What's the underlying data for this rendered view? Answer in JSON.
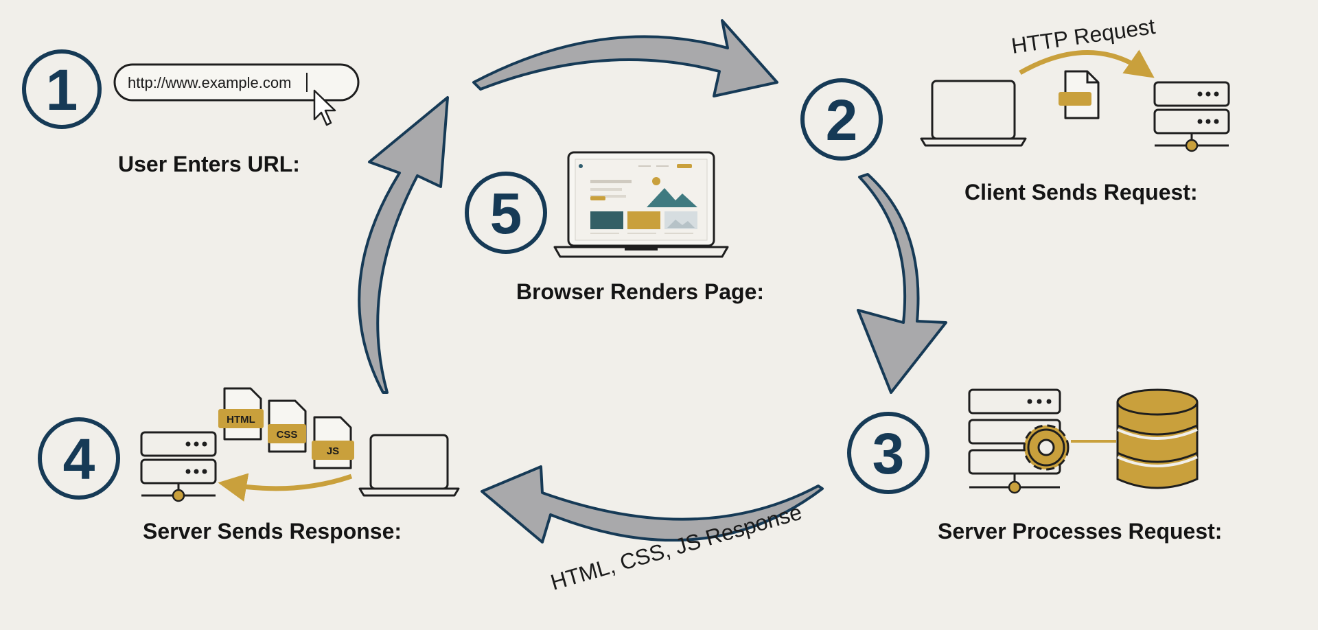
{
  "steps": [
    {
      "number": "1",
      "label": "User Enters URL:"
    },
    {
      "number": "2",
      "label": "Client Sends Request:"
    },
    {
      "number": "3",
      "label": "Server Processes Request:"
    },
    {
      "number": "4",
      "label": "Server Sends Response:"
    },
    {
      "number": "5",
      "label": "Browser Renders Page:"
    }
  ],
  "url_bar": {
    "value": "http://www.example.com"
  },
  "flows": {
    "http_request": "HTTP Request",
    "response": "HTML, CSS, JS Response"
  },
  "file_tags": {
    "html": "HTML",
    "css": "CSS",
    "js": "JS"
  },
  "colors": {
    "background": "#f1efea",
    "navy": "#163a56",
    "gold": "#c9a03c",
    "arrow_fill": "#a9a9ab",
    "line": "#1e1e1e"
  },
  "icons": [
    "cursor-icon",
    "laptop-icon",
    "server-icon",
    "file-icon",
    "gear-icon",
    "database-icon",
    "arrow-icon"
  ]
}
